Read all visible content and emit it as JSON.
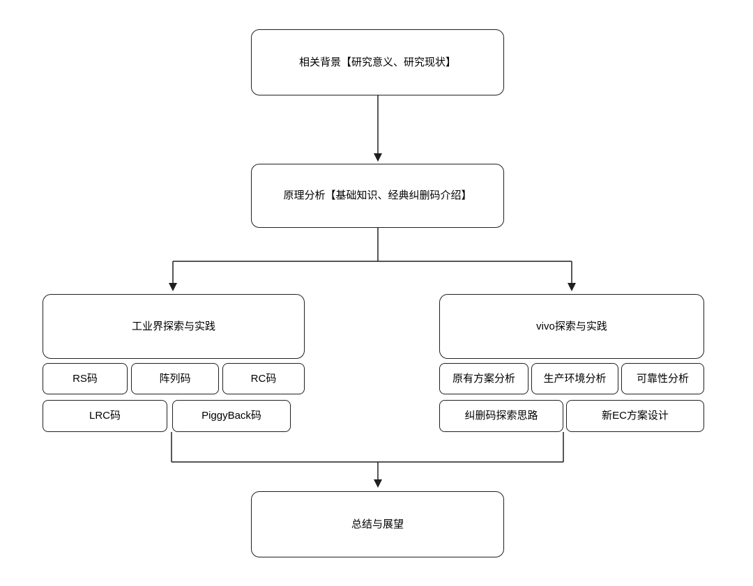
{
  "colors": {
    "background": "#ffffff",
    "node_fill": "#ffffff",
    "node_border": "#1f1f1f",
    "text": "#000000",
    "connector": "#1f1f1f"
  },
  "nodes": {
    "background": "相关背景【研究意义、研究现状】",
    "principle": "原理分析【基础知识、经典纠删码介绍】",
    "industry": "工业界探索与实践",
    "industry_items": [
      "RS码",
      "阵列码",
      "RC码",
      "LRC码",
      "PiggyBack码"
    ],
    "vivo": "vivo探索与实践",
    "vivo_items": [
      "原有方案分析",
      "生产环境分析",
      "可靠性分析",
      "纠删码探索思路",
      "新EC方案设计"
    ],
    "summary": "总结与展望"
  }
}
